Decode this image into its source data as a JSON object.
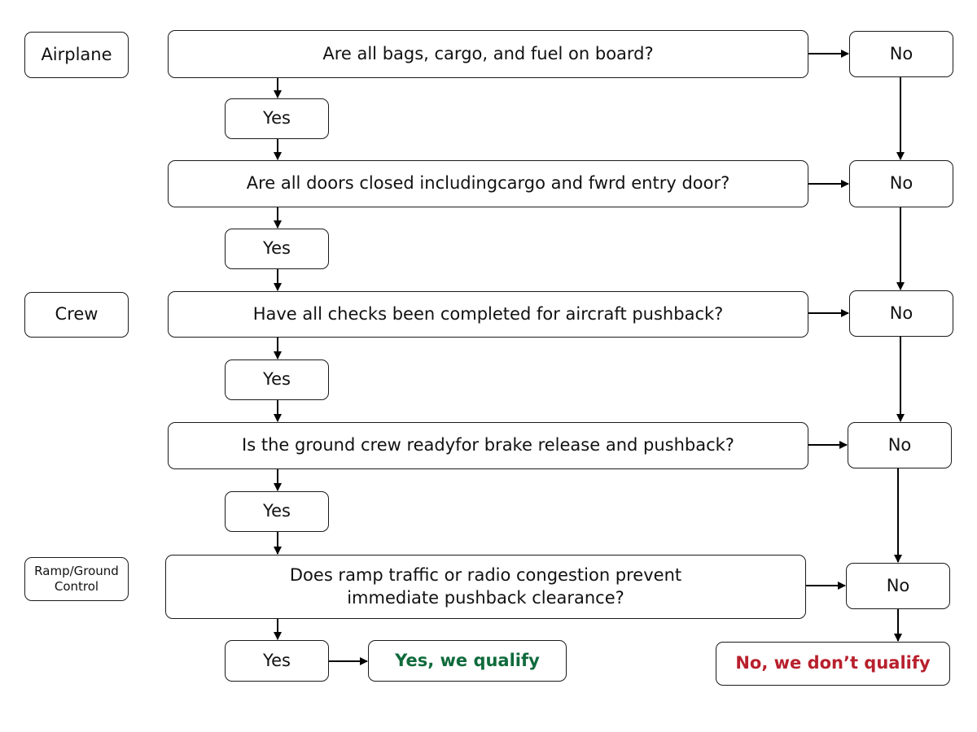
{
  "lanes": {
    "airplane": "Airplane",
    "crew": "Crew",
    "ramp_line1": "Ramp/Ground",
    "ramp_line2": "Control"
  },
  "questions": {
    "q1": "Are all bags, cargo, and fuel on board?",
    "q2": "Are all doors closed includingcargo and fwrd entry door?",
    "q3": "Have all checks been completed for aircraft pushback?",
    "q4": "Is the ground crew readyfor brake release and pushback?",
    "q5_line1": "Does ramp traffic or radio congestion prevent",
    "q5_line2": "immediate pushback clearance?"
  },
  "answers": {
    "yes": "Yes",
    "no": "No"
  },
  "results": {
    "qualify_word": "Yes",
    "qualify_rest": ", we qualify",
    "not_qualify_word": "No",
    "not_qualify_rest": ", we don’t qualify"
  },
  "colors": {
    "qualify": "#0f6b3c",
    "not_qualify": "#b8202d",
    "stroke": "#1a1a1a"
  }
}
